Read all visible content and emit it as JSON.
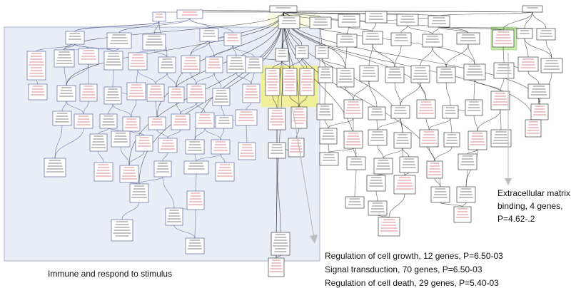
{
  "annotations": {
    "ecm_line1": "Extracellular matrix",
    "ecm_line2": "binding, 4 genes,",
    "ecm_line3": "P=4.62-.2",
    "immune": "Immune and respond to stimulus",
    "cell_growth": "Regulation of cell growth, 12 genes, P=6.50-03",
    "signal": "Signal transduction, 70 genes, P=6.50-03",
    "cell_death": "Regulation of cell death, 29 genes, P=5.40-03"
  },
  "colors": {
    "immune_region": "#e9edf6",
    "immune_border": "#9aa4c4",
    "yellow_region": "#fbfbe0",
    "highlight_yellow": "#f2f08a",
    "highlight_green": "#c8eeaa",
    "significant_text": "#c0282f",
    "normal_text": "#222222",
    "edge_blue": "#4a5190",
    "edge_black": "#222222"
  }
}
